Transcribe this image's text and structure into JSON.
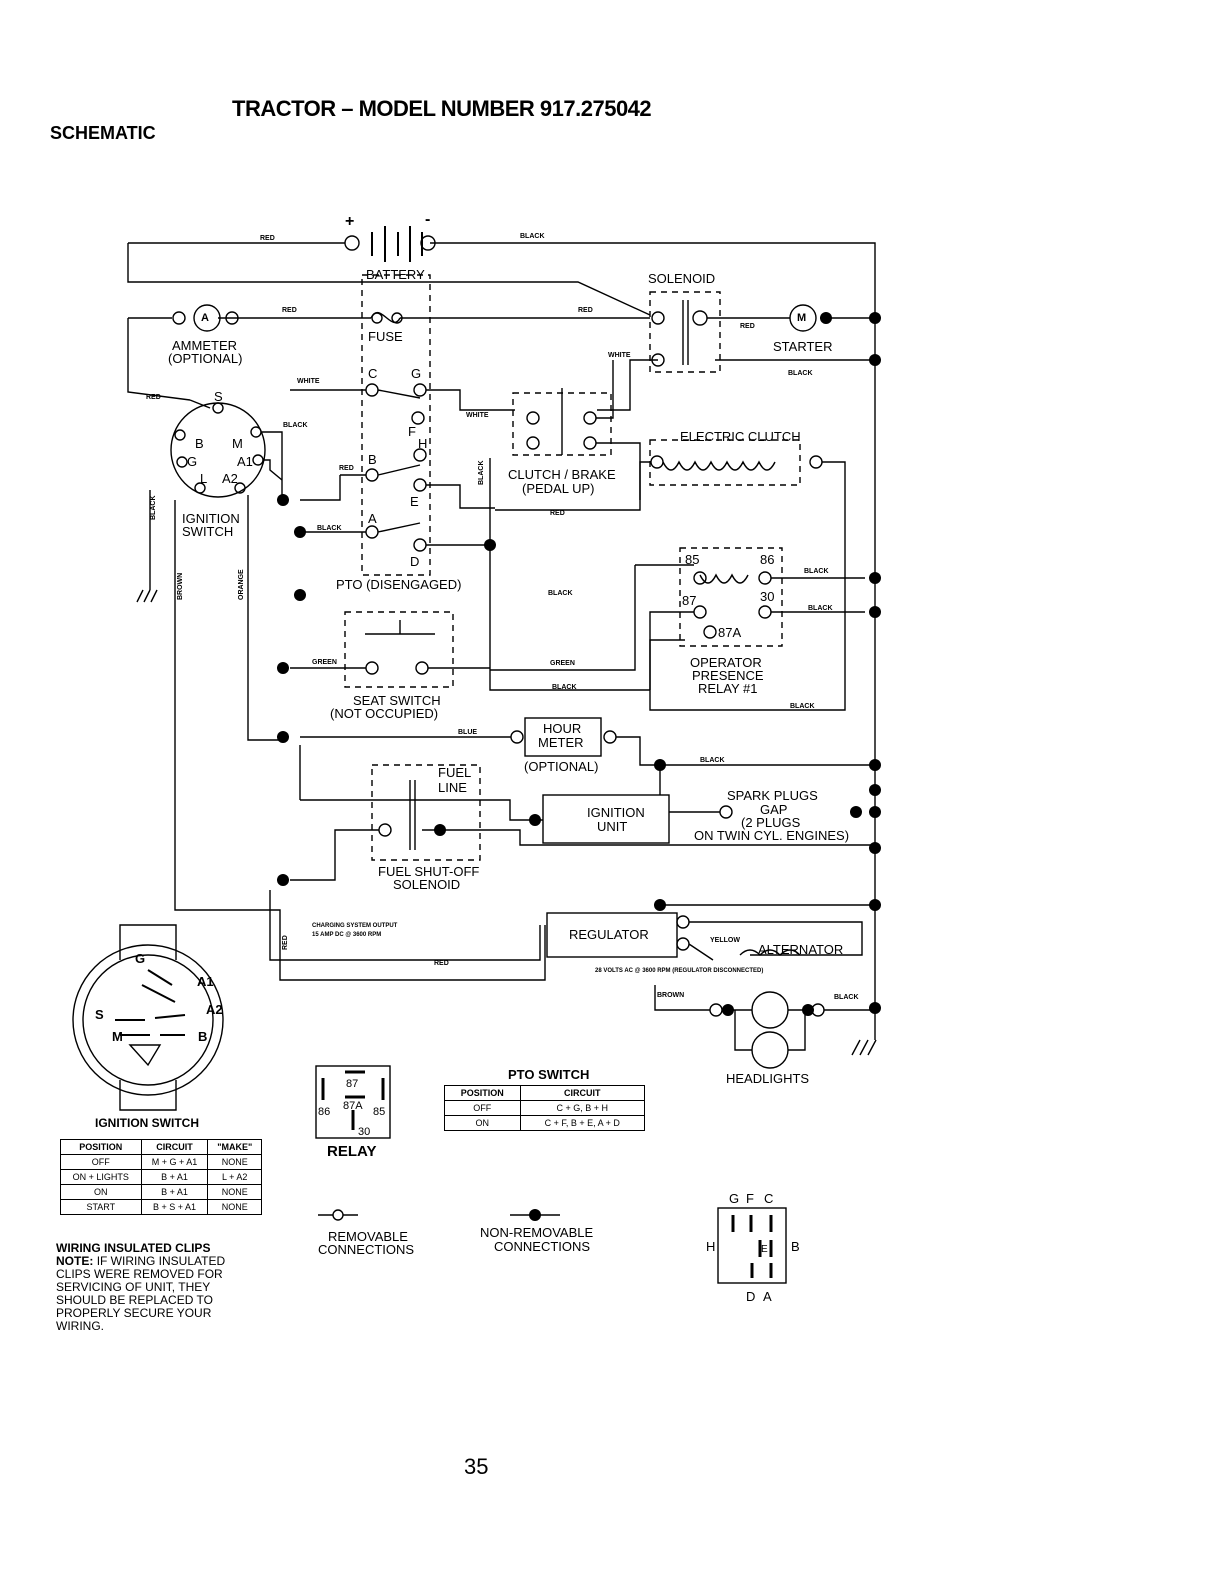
{
  "header": {
    "title": "TRACTOR – MODEL NUMBER 917.275042",
    "section": "SCHEMATIC"
  },
  "components": {
    "battery": "BATTERY",
    "battery_plus": "+",
    "battery_minus": "-",
    "solenoid": "SOLENOID",
    "ammeter": "AMMETER",
    "ammeter_opt": "(OPTIONAL)",
    "ammeter_symbol": "A",
    "fuse": "FUSE",
    "starter": "STARTER",
    "starter_symbol": "M",
    "electric_clutch": "ELECTRIC CLUTCH",
    "clutch_brake_1": "CLUTCH / BRAKE",
    "clutch_brake_2": "(PEDAL UP)",
    "ignition_switch_1": "IGNITION",
    "ignition_switch_2": "SWITCH",
    "pto_1": "PTO (DISENGAGED)",
    "seat_switch_1": "SEAT SWITCH",
    "seat_switch_2": "(NOT OCCUPIED)",
    "relay_title_1": "OPERATOR",
    "relay_title_2": "PRESENCE",
    "relay_title_3": "RELAY #1",
    "hour_meter_1": "HOUR",
    "hour_meter_2": "METER",
    "hour_meter_opt": "(OPTIONAL)",
    "fuel_line_1": "FUEL",
    "fuel_line_2": "LINE",
    "fuel_solenoid_1": "FUEL SHUT-OFF",
    "fuel_solenoid_2": "SOLENOID",
    "ignition_unit_1": "IGNITION",
    "ignition_unit_2": "UNIT",
    "spark_1": "SPARK PLUGS",
    "spark_2": "GAP",
    "spark_3": "(2 PLUGS",
    "spark_4": "ON TWIN CYL. ENGINES)",
    "regulator": "REGULATOR",
    "alternator": "ALTERNATOR",
    "headlights": "HEADLIGHTS",
    "charging_1": "CHARGING SYSTEM OUTPUT",
    "charging_2": "15 AMP DC @ 3600 RPM",
    "volts_ac": "28 VOLTS AC @ 3600 RPM (REGULATOR DISCONNECTED)",
    "relay_bottom": "RELAY"
  },
  "terminals": {
    "s": "S",
    "b": "B",
    "m": "M",
    "g": "G",
    "a1": "A1",
    "l": "L",
    "a2": "A2",
    "c": "C",
    "gg": "G",
    "f": "F",
    "h": "H",
    "bb": "B",
    "e": "E",
    "a": "A",
    "d": "D",
    "r85": "85",
    "r86": "86",
    "r87": "87",
    "r30": "30",
    "r87a": "87A"
  },
  "wires": {
    "red": "RED",
    "black": "BLACK",
    "white": "WHITE",
    "brown": "BROWN",
    "orange": "ORANGE",
    "green": "GREEN",
    "blue": "BLUE",
    "yellow": "YELLOW"
  },
  "ignition_table": {
    "title": "IGNITION SWITCH",
    "headers": [
      "POSITION",
      "CIRCUIT",
      "\"MAKE\""
    ],
    "rows": [
      [
        "OFF",
        "M + G + A1",
        "NONE"
      ],
      [
        "ON + LIGHTS",
        "B + A1",
        "L + A2"
      ],
      [
        "ON",
        "B + A1",
        "NONE"
      ],
      [
        "START",
        "B + S + A1",
        "NONE"
      ]
    ]
  },
  "pto_table": {
    "title": "PTO SWITCH",
    "headers": [
      "POSITION",
      "CIRCUIT"
    ],
    "rows": [
      [
        "OFF",
        "C + G, B + H"
      ],
      [
        "ON",
        "C + F, B + E, A + D"
      ]
    ]
  },
  "relay_pins": {
    "p87": "87",
    "p87a": "87A",
    "p86": "86",
    "p85": "85",
    "p30": "30"
  },
  "legend": {
    "removable_1": "REMOVABLE",
    "removable_2": "CONNECTIONS",
    "nonremovable_1": "NON-REMOVABLE",
    "nonremovable_2": "CONNECTIONS"
  },
  "pto_pins": {
    "g": "G",
    "f": "F",
    "c": "C",
    "h": "H",
    "e": "E",
    "b": "B",
    "d": "D",
    "a": "A"
  },
  "switch_face": {
    "g": "G",
    "a1": "A1",
    "s": "S",
    "a2": "A2",
    "m": "M",
    "b": "B"
  },
  "note": {
    "heading": "WIRING INSULATED CLIPS",
    "label": "NOTE:",
    "text_lines": [
      "IF WIRING INSULATED",
      "CLIPS WERE REMOVED FOR",
      "SERVICING OF UNIT, THEY",
      "SHOULD BE REPLACED TO",
      "PROPERLY SECURE YOUR",
      "WIRING."
    ]
  },
  "page_number": "35"
}
